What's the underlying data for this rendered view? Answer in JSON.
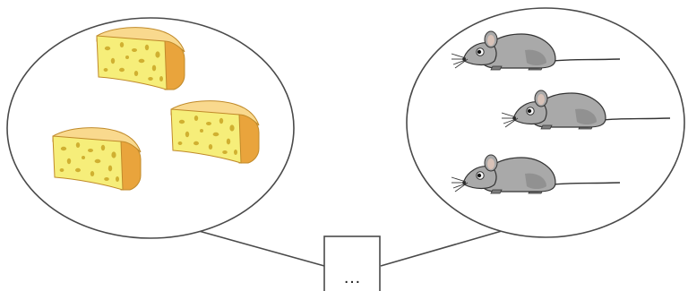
{
  "colors": {
    "cheese_body": "#f6ee7a",
    "cheese_top": "#f9d98e",
    "cheese_side": "#e9a43c",
    "cheese_hole": "#c9a524",
    "mouse_body": "#a9a9a9",
    "mouse_shade": "#7d7d7d",
    "mouse_ear_inner": "#d8c2b8",
    "outline": "#4a4a4a"
  },
  "left_set": {
    "content": "cheese",
    "count": 3,
    "icon": "cheese-wedge-icon"
  },
  "right_set": {
    "content": "mouse",
    "count": 3,
    "icon": "mouse-icon"
  },
  "mapping_box": {
    "label": "…"
  }
}
